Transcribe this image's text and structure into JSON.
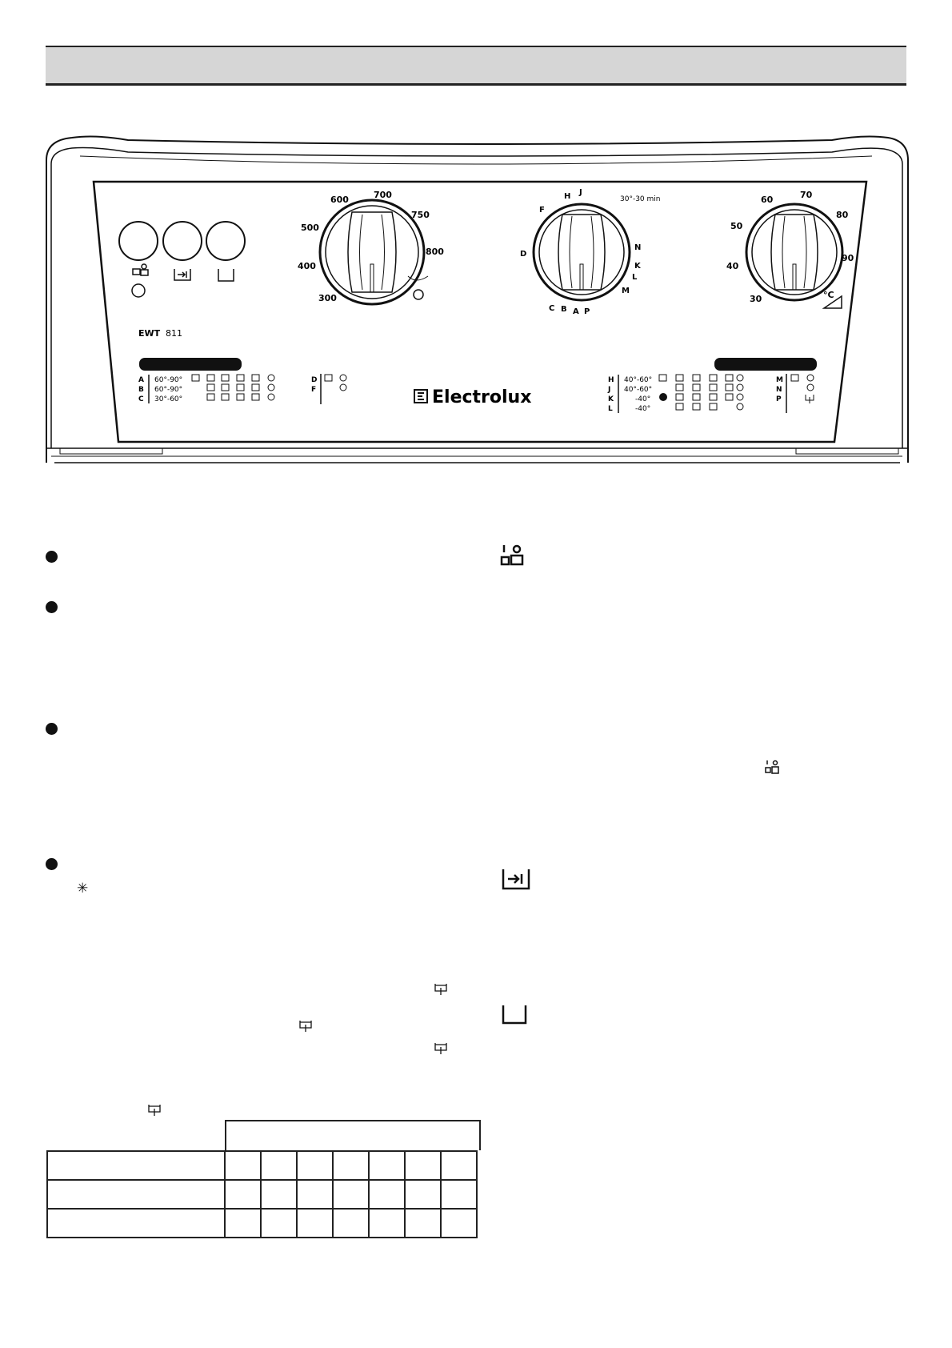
{
  "panel": {
    "model_prefix": "EWT",
    "model_number": "811",
    "brand": "Electrolux",
    "spin_dial": {
      "labels": [
        "300",
        "400",
        "500",
        "600",
        "700",
        "750",
        "800"
      ]
    },
    "programme_dial": {
      "letters": [
        "A",
        "B",
        "C",
        "D",
        "F",
        "H",
        "J",
        "N",
        "K",
        "L",
        "M",
        "P"
      ],
      "timer_label": "30°-30 min"
    },
    "temp_dial": {
      "labels": [
        "30",
        "40",
        "50",
        "60",
        "70",
        "80",
        "90"
      ],
      "unit": "°C"
    },
    "left_table": {
      "rows": [
        {
          "letter": "A",
          "temp": "60°-90°"
        },
        {
          "letter": "B",
          "temp": "60°-90°"
        },
        {
          "letter": "C",
          "temp": "30°-60°"
        }
      ],
      "side": [
        "D",
        "F"
      ]
    },
    "right_table": {
      "rows": [
        {
          "letter": "H",
          "temp": "40°-60°"
        },
        {
          "letter": "J",
          "temp": "40°-60°"
        },
        {
          "letter": "K",
          "temp": "-40°"
        },
        {
          "letter": "L",
          "temp": "-40°"
        }
      ],
      "side": [
        "M",
        "N",
        "P"
      ]
    }
  },
  "icons": {
    "colors": {
      "header_bar": "#d6d6d6",
      "ink": "#111111"
    }
  }
}
